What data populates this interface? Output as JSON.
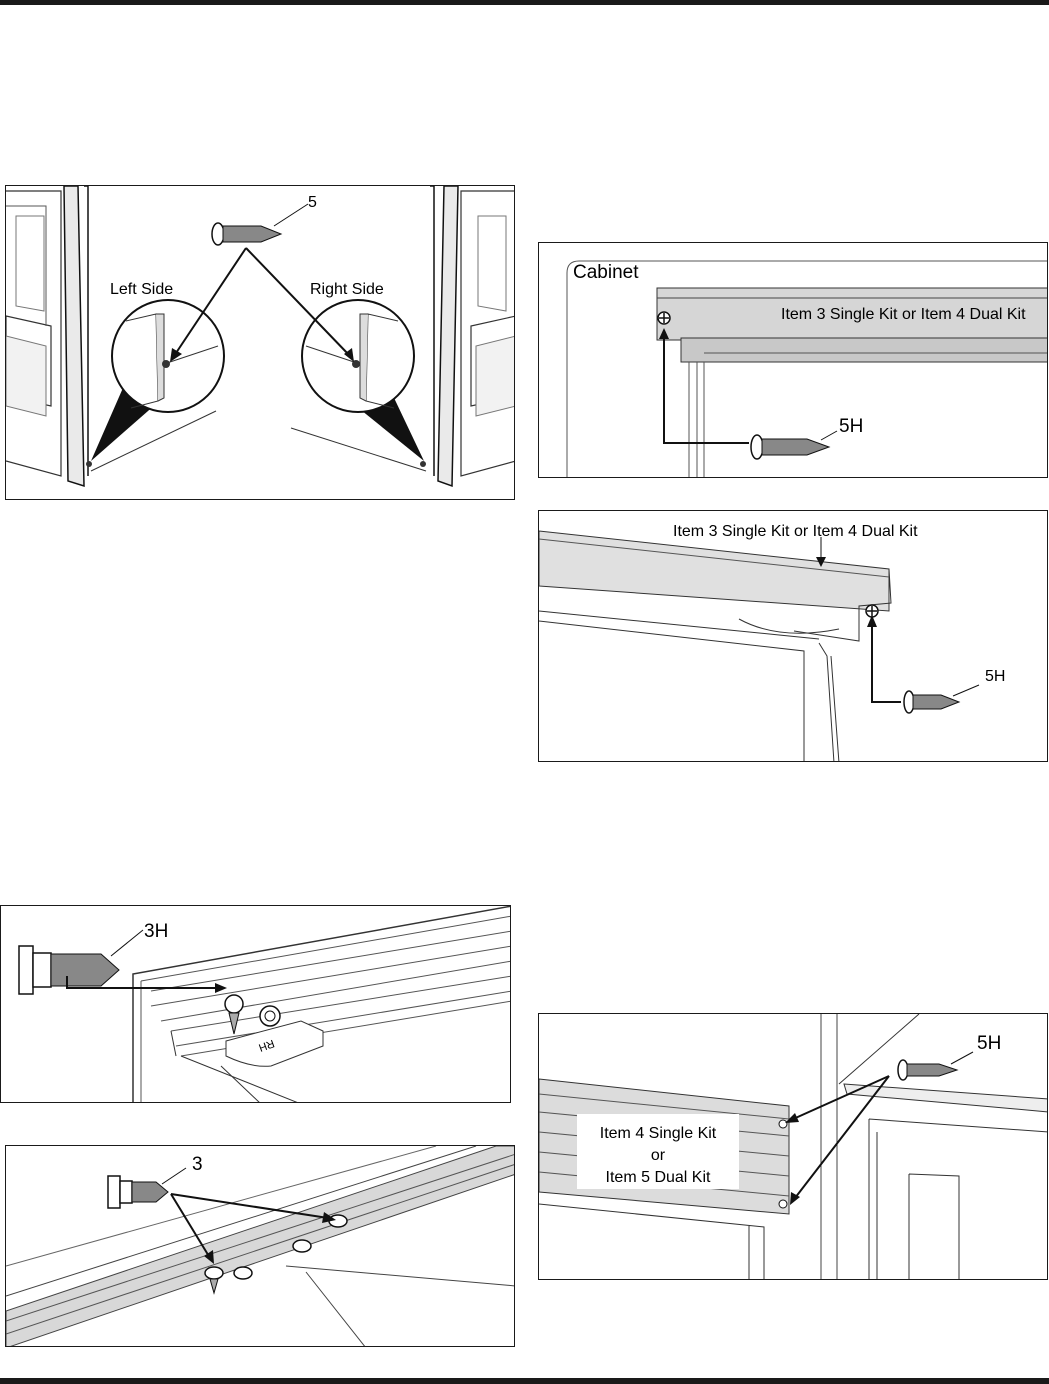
{
  "fig1": {
    "screw_label": "5",
    "left_label": "Left Side",
    "right_label": "Right Side"
  },
  "fig2": {
    "cabinet_label": "Cabinet",
    "kit_label": "Item 3 Single Kit or Item 4 Dual Kit",
    "screw_label": "5H"
  },
  "fig3": {
    "kit_label": "Item 3 Single Kit or Item 4 Dual Kit",
    "screw_label": "5H"
  },
  "fig4": {
    "screw_label": "3H",
    "bracket_label": "RH"
  },
  "fig5": {
    "screw_label": "3"
  },
  "fig6": {
    "screw_label": "5H",
    "kit_line1": "Item 4 Single Kit",
    "kit_line2": "or",
    "kit_line3": "Item 5 Dual Kit"
  }
}
